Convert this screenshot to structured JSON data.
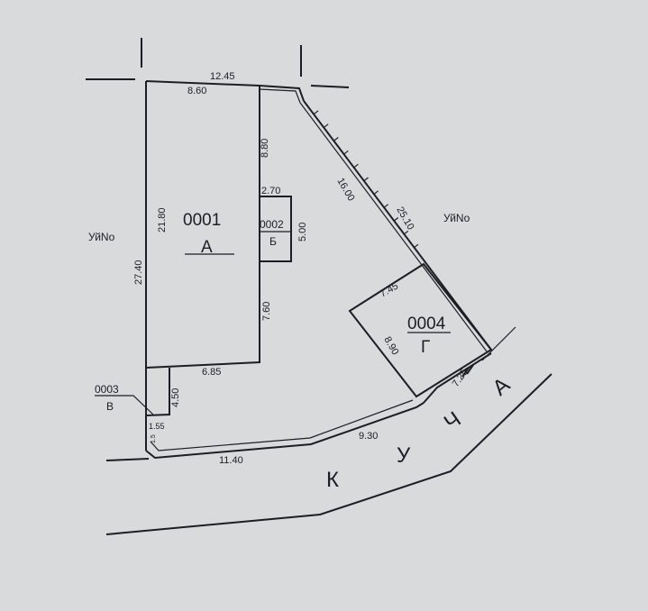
{
  "plan": {
    "neighbor_left": "УйNo",
    "neighbor_right": "УйNo",
    "street_letters": [
      "К",
      "У",
      "Ч",
      "А"
    ],
    "plots": [
      {
        "code": "0001",
        "letter": "А"
      },
      {
        "code": "0002",
        "letter": "Б"
      },
      {
        "code": "0003",
        "letter": "В"
      },
      {
        "code": "0004",
        "letter": "Г"
      }
    ],
    "dimensions": {
      "top_total": "12.45",
      "top_a": "8.60",
      "a_right_upper": "8.80",
      "b_top": "2.70",
      "b_side": "5.00",
      "a_left": "21.80",
      "left_total": "27.40",
      "a_right_lower": "7.60",
      "a_bottom": "6.85",
      "v_side": "4.50",
      "v_bottom": "1.55",
      "corner_small": "1.5",
      "bottom_left": "11.40",
      "bottom_mid": "9.30",
      "diag_inner": "16.00",
      "diag_total": "25.10",
      "g_top": "7.45",
      "g_left": "8.90",
      "g_wall": "7.25"
    }
  }
}
